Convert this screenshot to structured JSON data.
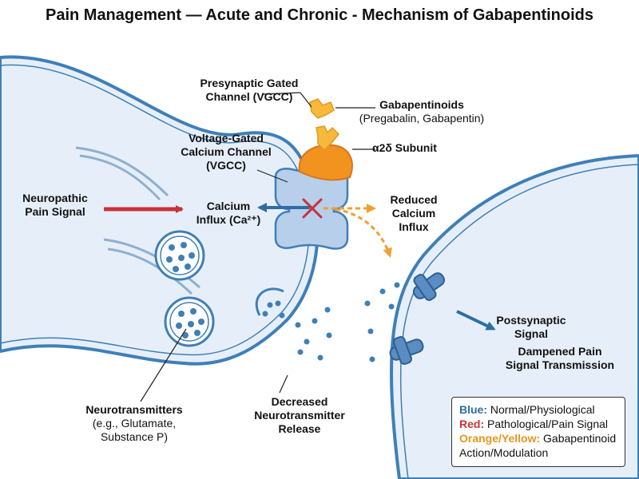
{
  "title": "Pain Management — Acute and Chronic - Mechanism of Gabapentinoids",
  "labels": {
    "presynaptic_channel_1": "Presynaptic Gated",
    "presynaptic_channel_2": "Channel (VGCC)",
    "gabapentinoids": "Gabapentinoids",
    "gabapentinoids_examples": "(Pregabalin, Gabapentin)",
    "a2d_subunit": "α2δ Subunit",
    "vgcc_1": "Voltage-Gated",
    "vgcc_2": "Calcium Channel",
    "vgcc_3": "(VGCC)",
    "neuropathic_1": "Neuropathic",
    "neuropathic_2": "Pain Signal",
    "calcium_1": "Calcium",
    "calcium_2": "Influx (Ca²⁺)",
    "reduced_1": "Reduced",
    "reduced_2": "Calcium",
    "reduced_3": "Influx",
    "postsynaptic_1": "Postsynaptic",
    "postsynaptic_2": "Signal",
    "dampened_1": "Dampened Pain",
    "dampened_2": "Signal Transmission",
    "nt_1": "Neurotransmitters",
    "nt_2": "(e.g., Glutamate,",
    "nt_3": "Substance P)",
    "decreased_1": "Decreased",
    "decreased_2": "Neurotransmitter",
    "decreased_3": "Release"
  },
  "legend": {
    "blue_key": "Blue:",
    "blue_text": "Normal/Physiological",
    "red_key": "Red:",
    "red_text": "Pathological/Pain Signal",
    "orange_key": "Orange/Yellow:",
    "orange_text_1": "Gabapentinoid",
    "orange_text_2": "Action/Modulation"
  },
  "colors": {
    "blue": "#2e6da4",
    "red": "#c8323a",
    "orange": "#f0a030",
    "membrane": "#3f7fb8",
    "cytoplasm": "#e6eff9"
  }
}
